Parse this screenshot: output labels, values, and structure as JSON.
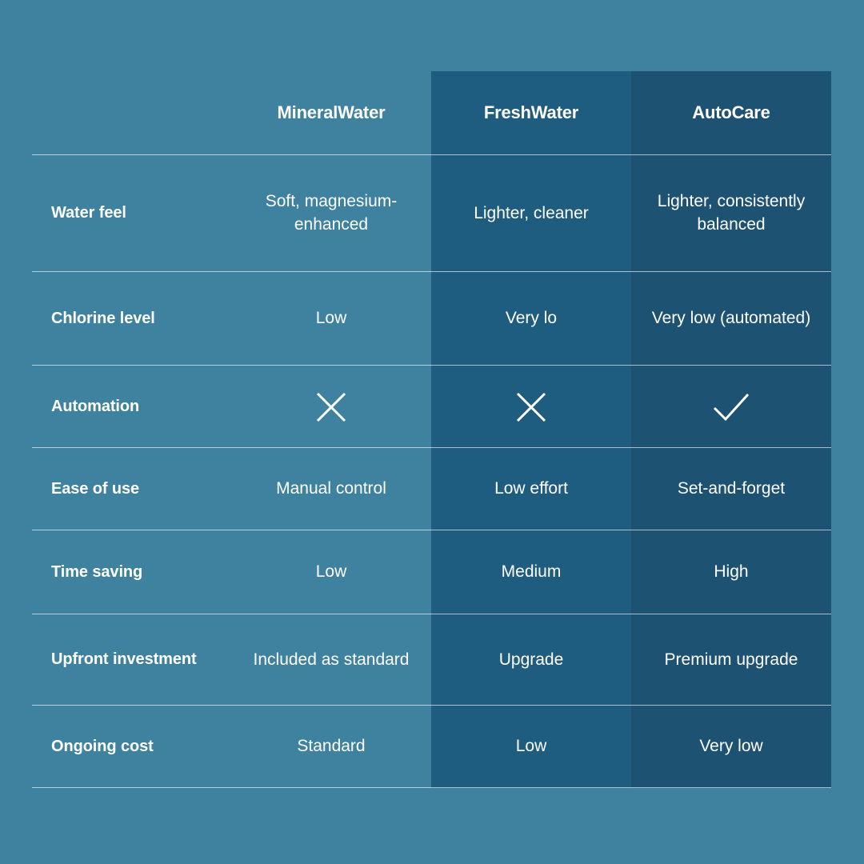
{
  "theme": {
    "page_background": "#3e82a0",
    "column_freshwater_background": "#1f5d80",
    "column_autocare_background": "#1d5272",
    "text_color": "#ffffff",
    "divider_color": "rgba(255,255,255,0.62)"
  },
  "table": {
    "header": {
      "feature_label": "",
      "columns": [
        {
          "label": "MineralWater"
        },
        {
          "label": "FreshWater"
        },
        {
          "label": "AutoCare"
        }
      ]
    },
    "rows": [
      {
        "feature": "Water feel",
        "values": [
          {
            "type": "text",
            "text": "Soft, magnesium-enhanced"
          },
          {
            "type": "text",
            "text": "Lighter, cleaner"
          },
          {
            "type": "text",
            "text": "Lighter, consistently balanced"
          }
        ]
      },
      {
        "feature": "Chlorine level",
        "values": [
          {
            "type": "text",
            "text": "Low"
          },
          {
            "type": "text",
            "text": "Very lo"
          },
          {
            "type": "text",
            "text": "Very low (automated)"
          }
        ]
      },
      {
        "feature": "Automation",
        "values": [
          {
            "type": "icon",
            "icon": "cross-icon"
          },
          {
            "type": "icon",
            "icon": "cross-icon"
          },
          {
            "type": "icon",
            "icon": "check-icon"
          }
        ]
      },
      {
        "feature": "Ease of use",
        "values": [
          {
            "type": "text",
            "text": "Manual control"
          },
          {
            "type": "text",
            "text": "Low effort"
          },
          {
            "type": "text",
            "text": "Set-and-forget"
          }
        ]
      },
      {
        "feature": "Time saving",
        "values": [
          {
            "type": "text",
            "text": "Low"
          },
          {
            "type": "text",
            "text": "Medium"
          },
          {
            "type": "text",
            "text": "High"
          }
        ]
      },
      {
        "feature": "Upfront investment",
        "values": [
          {
            "type": "text",
            "text": "Included as standard"
          },
          {
            "type": "text",
            "text": "Upgrade"
          },
          {
            "type": "text",
            "text": "Premium upgrade"
          }
        ]
      },
      {
        "feature": "Ongoing cost",
        "values": [
          {
            "type": "text",
            "text": "Standard"
          },
          {
            "type": "text",
            "text": "Low"
          },
          {
            "type": "text",
            "text": "Very low"
          }
        ]
      }
    ]
  }
}
